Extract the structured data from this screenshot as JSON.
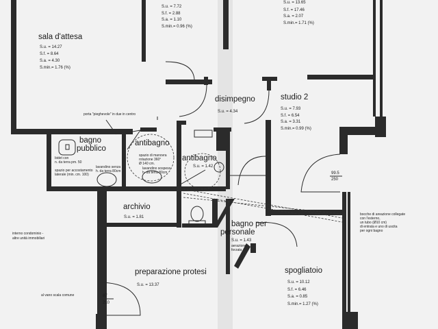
{
  "rooms": {
    "sala_attesa": {
      "name": "sala d'attesa",
      "su": "S.u. = 14.27",
      "sf": "S.f. = 8.64",
      "sa": "S.a. = 4.30",
      "smin": "S.min.= 1.76 (%)"
    },
    "top_room": {
      "su": "S.u. = 7.72",
      "sf": "S.f. = 2.88",
      "sa": "S.a. = 1.10",
      "smin": "S.min.= 0.96 (%)"
    },
    "top_right": {
      "su": "S.u. = 13.65",
      "sf": "S.f. = 17.46",
      "sa": "S.a. = 2.07",
      "smin": "S.min.= 1.71 (%)"
    },
    "disimpegno": {
      "name": "disimpegno",
      "su": "S.u. = 4.34"
    },
    "studio2": {
      "name": "studio 2",
      "su": "S.u. = 7.93",
      "sf": "S.f. = 6.54",
      "sa": "S.a. = 3.31",
      "smin": "S.min.= 0.99 (%)"
    },
    "bagno_pubblico": {
      "name_1": "bagno",
      "name_2": "pubblico"
    },
    "antibagno1": {
      "name": "antibagno"
    },
    "antibagno2": {
      "name": "antibagno",
      "su": "S.u. = 1.42"
    },
    "archivio": {
      "name": "archivio",
      "su": "S.u. = 1.81"
    },
    "bagno_personale": {
      "name_1": "bagno per",
      "name_2": "personale",
      "su": "S.u. = 1.43",
      "note_1": "aerazione",
      "note_2": "forzata"
    },
    "preparazione": {
      "name": "preparazione protesi",
      "su": "S.u. = 13.37"
    },
    "spogliatoio": {
      "name": "spogliatoio",
      "su": "S.u. = 10.12",
      "sf": "S.f. = 6.46",
      "sa": "S.a. = 0.85",
      "smin": "S.min.= 1.27 (%)"
    }
  },
  "notes": {
    "porta": "porta \"pieghevole\" in due in centro",
    "bagno_1": "bidet con",
    "bagno_2": "n. da terra pm. 50",
    "bagno_3": "spazio per accostamento",
    "bagno_4": "laterale (min. cm. 100)",
    "bagno_5": "lavandino senza",
    "bagno_6": "h. da terra 80cm",
    "anti_1": "spazio di manovra",
    "anti_2": "rotazione 360°",
    "anti_3": "Ø 140 cm.",
    "anti_4": "lavandino sospeso",
    "anti_5": "h. da terra 80cm",
    "interno_1": "interno condominio -",
    "interno_2": "altre unità immobiliari",
    "vano": "al vano scala comune",
    "bocche_1": "bocche di areazione collegate",
    "bocche_2": "con l'esterno,",
    "bocche_3": "un tubo (Ø10 cm)",
    "bocche_4": "di entrata e uno di uscita",
    "bocche_5": "per ogni bagno"
  },
  "doors": {
    "d1_w": "87",
    "d1_h": "210",
    "d2_w": "99.5",
    "d2_h": "250"
  }
}
